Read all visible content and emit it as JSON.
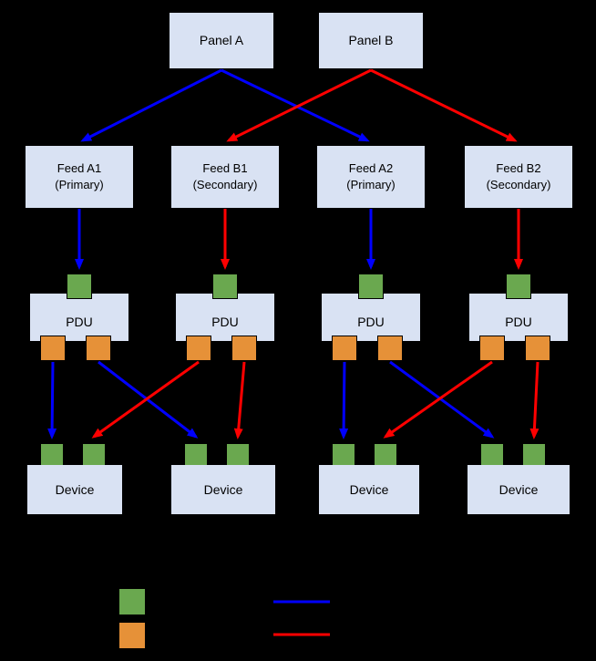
{
  "colors": {
    "background": "#000000",
    "box_fill": "#d9e2f3",
    "box_text": "#000000",
    "power_input": "#6aa84f",
    "power_output": "#e69138",
    "primary_path": "#0000ff",
    "secondary_path": "#ff0000"
  },
  "panels": [
    {
      "label": "Panel A"
    },
    {
      "label": "Panel B"
    }
  ],
  "feeds": [
    {
      "name": "Feed A1",
      "role": "(Primary)"
    },
    {
      "name": "Feed B1",
      "role": "(Secondary)"
    },
    {
      "name": "Feed A2",
      "role": "(Primary)"
    },
    {
      "name": "Feed B2",
      "role": "(Secondary)"
    }
  ],
  "pdus": [
    {
      "label": "PDU"
    },
    {
      "label": "PDU"
    },
    {
      "label": "PDU"
    },
    {
      "label": "PDU"
    }
  ],
  "devices": [
    {
      "label": "Device"
    },
    {
      "label": "Device"
    },
    {
      "label": "Device"
    },
    {
      "label": "Device"
    }
  ],
  "legend": {
    "swatches": [
      {
        "kind": "green-square"
      },
      {
        "kind": "orange-square"
      },
      {
        "kind": "blue-line"
      },
      {
        "kind": "red-line"
      }
    ]
  }
}
